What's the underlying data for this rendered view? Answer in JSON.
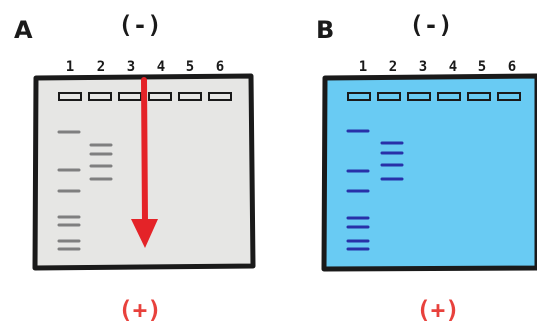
{
  "panels": [
    {
      "letter": "A",
      "top_label": "(-)",
      "bottom_label": "(+)",
      "lanes": [
        "1",
        "2",
        "3",
        "4",
        "5",
        "6"
      ],
      "gel_color": "#e6e6e4",
      "band_color": "#7f7f7f",
      "show_arrow": true,
      "arrow_color": "#e42328"
    },
    {
      "letter": "B",
      "top_label": "(-)",
      "bottom_label": "(+)",
      "lanes": [
        "1",
        "2",
        "3",
        "4",
        "5",
        "6"
      ],
      "gel_color": "#69cbf3",
      "band_color": "#2830a8",
      "show_arrow": false,
      "arrow_color": "#e42328"
    }
  ],
  "colors": {
    "outline": "#1a1a1a",
    "wells": "#1a1a1a",
    "top_label": "#1a1a1a",
    "bottom_label": "#e8413c"
  }
}
